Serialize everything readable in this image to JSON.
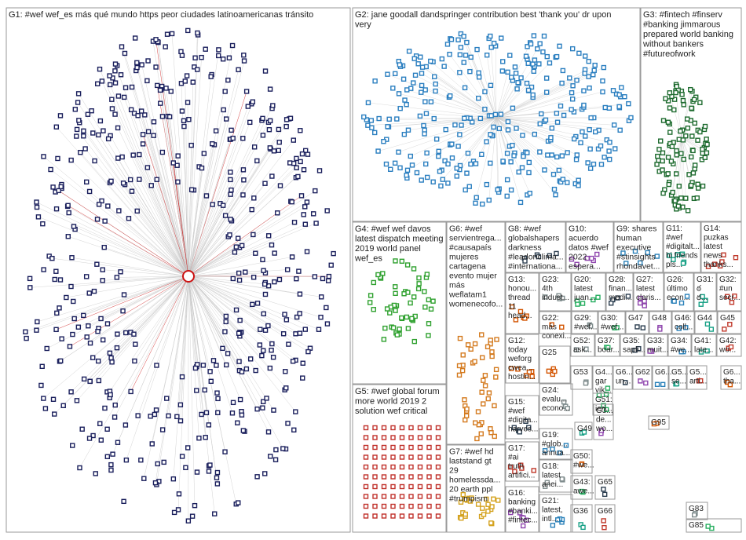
{
  "groups": [
    {
      "id": "g1",
      "lines": [
        "G1: #wef wef_es más qué mundo https peor ciudades latinoamericanas tránsito"
      ]
    },
    {
      "id": "g2",
      "lines": [
        "G2: jane goodall dandspringer contribution best 'thank you' dr upon",
        "very"
      ]
    },
    {
      "id": "g3",
      "lines": [
        "G3: #fintech #finserv",
        "#banking jimmarous",
        "prepared world banking",
        "without bankers",
        "#futureofwork"
      ]
    },
    {
      "id": "g4",
      "lines": [
        "G4: #wef wef davos",
        "latest dispatch meeting",
        "2019 world panel",
        "wef_es"
      ]
    },
    {
      "id": "g5",
      "lines": [
        "G5: #wef global forum",
        "more world 2019 2",
        "solution wef critical"
      ]
    },
    {
      "id": "g6",
      "lines": [
        "G6: #wef",
        "servientrega...",
        "#causapaís",
        "mujeres",
        "cartagena",
        "evento mujer",
        "más",
        "weflatam1",
        "womenecofo..."
      ]
    },
    {
      "id": "g7",
      "lines": [
        "G7: #wef hd",
        "laststand gt",
        "29",
        "homelessda...",
        "20 earth ppl",
        "#trumpism"
      ]
    },
    {
      "id": "g8",
      "lines": [
        "G8: #wef",
        "globalshapers",
        "darkness",
        "#leadonclima...",
        "#internationa..."
      ]
    },
    {
      "id": "g10",
      "lines": [
        "G10:",
        "acuerdo",
        "datos #wef",
        "2022",
        "espera..."
      ]
    },
    {
      "id": "g9",
      "lines": [
        "G9: shares",
        "human",
        "executive",
        "#stinsights",
        "rhondavet..."
      ]
    },
    {
      "id": "g11",
      "lines": [
        "G11:",
        "#wef",
        "#digitalt...",
        "hi friends",
        "pls..."
      ]
    },
    {
      "id": "g14",
      "lines": [
        "G14:",
        "puzkas",
        "latest",
        "news",
        "thanks..."
      ]
    },
    {
      "id": "g13",
      "lines": [
        "G13:",
        "honou...",
        "thread",
        "11",
        "head..."
      ]
    },
    {
      "id": "g23",
      "lines": [
        "G23:",
        "4th",
        "indust..."
      ]
    },
    {
      "id": "g20",
      "lines": [
        "G20:",
        "latest",
        "juan..."
      ]
    },
    {
      "id": "g28",
      "lines": [
        "G28:",
        "finan...",
        "medi..."
      ]
    },
    {
      "id": "g27",
      "lines": [
        "G27:",
        "latest",
        "claris..."
      ]
    },
    {
      "id": "g26",
      "lines": [
        "G26:",
        "último",
        "econ..."
      ]
    },
    {
      "id": "g31",
      "lines": [
        "G31:",
        "ఠ",
        "ఠ..."
      ]
    },
    {
      "id": "g32",
      "lines": [
        "G32:",
        "#un",
        "secr..."
      ]
    },
    {
      "id": "g22",
      "lines": [
        "G22:",
        "más",
        "conexi..."
      ]
    },
    {
      "id": "g29",
      "lines": [
        "G29:",
        "#wef..."
      ]
    },
    {
      "id": "g30",
      "lines": [
        "G30:",
        "#wef..."
      ]
    },
    {
      "id": "g47",
      "lines": [
        "G47"
      ]
    },
    {
      "id": "g48",
      "lines": [
        "G48"
      ]
    },
    {
      "id": "g46",
      "lines": [
        "G46:",
        "coll..."
      ]
    },
    {
      "id": "g44",
      "lines": [
        "G44"
      ]
    },
    {
      "id": "g45",
      "lines": [
        "G45"
      ]
    },
    {
      "id": "g12",
      "lines": [
        "G12:",
        "today",
        "weforg",
        "cwea...",
        "hostin..."
      ]
    },
    {
      "id": "g52",
      "lines": [
        "G52:",
        "ask..."
      ]
    },
    {
      "id": "g37",
      "lines": [
        "G37:",
        "boar..."
      ]
    },
    {
      "id": "g35",
      "lines": [
        "G35:",
        "sapli..."
      ]
    },
    {
      "id": "g33",
      "lines": [
        "G33:",
        "muit..."
      ]
    },
    {
      "id": "g34",
      "lines": [
        "G34:",
        "#we..."
      ]
    },
    {
      "id": "g41",
      "lines": [
        "G41:",
        "late..."
      ]
    },
    {
      "id": "g42",
      "lines": [
        "G42:",
        "wo..."
      ]
    },
    {
      "id": "g25",
      "lines": [
        "G25"
      ]
    },
    {
      "id": "g53",
      "lines": [
        "G53"
      ]
    },
    {
      "id": "g4x",
      "lines": [
        "G4...",
        "gar",
        "vik..."
      ]
    },
    {
      "id": "g6x",
      "lines": [
        "G6...",
        "un..."
      ]
    },
    {
      "id": "g62",
      "lines": [
        "G62"
      ]
    },
    {
      "id": "g6y",
      "lines": [
        "G6..."
      ]
    },
    {
      "id": "g5a",
      "lines": [
        "G5...",
        "se..."
      ]
    },
    {
      "id": "g5b",
      "lines": [
        "G5...",
        "arti..."
      ]
    },
    {
      "id": "g6z",
      "lines": [
        "G6...",
        "tha..."
      ]
    },
    {
      "id": "g24",
      "lines": [
        "G24:",
        "evalu...",
        "econo..."
      ]
    },
    {
      "id": "g51",
      "lines": [
        "G51:",
        "ieri..."
      ]
    },
    {
      "id": "g15",
      "lines": [
        "G15:",
        "#wef",
        "#digita...",
        "harves..."
      ]
    },
    {
      "id": "g3x",
      "lines": [
        "G3...",
        "de...",
        "wo..."
      ]
    },
    {
      "id": "g19",
      "lines": [
        "G19:",
        "#glob...",
        "annua..."
      ]
    },
    {
      "id": "g49",
      "lines": [
        "G49"
      ]
    },
    {
      "id": "g17",
      "lines": [
        "G17:",
        "#ai",
        "truth",
        "artifici..."
      ]
    },
    {
      "id": "g50",
      "lines": [
        "G50:",
        "#we..."
      ]
    },
    {
      "id": "g18",
      "lines": [
        "G18:",
        "latest",
        "anei..."
      ]
    },
    {
      "id": "g43",
      "lines": [
        "G43:",
        "awe..."
      ]
    },
    {
      "id": "g65",
      "lines": [
        "G65"
      ]
    },
    {
      "id": "g16",
      "lines": [
        "G16:",
        "banking",
        "#banki...",
        "#fintec..."
      ]
    },
    {
      "id": "g21",
      "lines": [
        "G21:",
        "latest,",
        "intl..."
      ]
    },
    {
      "id": "g36",
      "lines": [
        "G36"
      ]
    },
    {
      "id": "g66",
      "lines": [
        "G66"
      ]
    },
    {
      "id": "g95",
      "lines": [
        "G95"
      ]
    },
    {
      "id": "g83",
      "lines": [
        "G83"
      ]
    },
    {
      "id": "g85",
      "lines": [
        "G85"
      ]
    }
  ],
  "colors": {
    "g1": "#1a1f5c",
    "g2": "#2b7fc0",
    "g3": "#1e6b2f",
    "g4": "#2fa12f",
    "g5": "#c0302a",
    "g6": "#d47a1e",
    "g7": "#d4a21e",
    "edge": "#c8c8c8",
    "edge_hub": "#cc1111",
    "border": "#9a9a9a"
  }
}
